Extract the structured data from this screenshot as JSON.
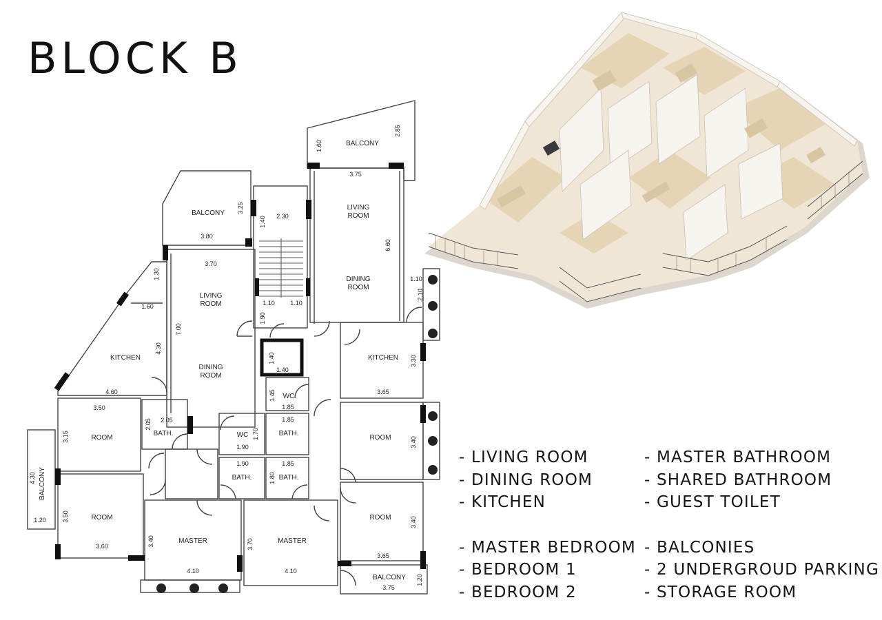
{
  "title": "BLOCK B",
  "rooms": {
    "balcony_top": "BALCONY",
    "balcony_left_top": "BALCONY",
    "balcony_side": "BALCONY",
    "balcony_bottom": "BALCONY",
    "living_left": "LIVING\nROOM",
    "dining_left": "DINING\nROOM",
    "living_right": "LIVING\nROOM",
    "dining_right": "DINING\nROOM",
    "kitchen_left": "KITCHEN",
    "kitchen_right": "KITCHEN",
    "room_l1": "ROOM",
    "room_l2": "ROOM",
    "room_r1": "ROOM",
    "room_r2": "ROOM",
    "master_l": "MASTER",
    "master_r": "MASTER",
    "bath_1": "BATH.",
    "bath_2": "BATH.",
    "bath_3": "BATH.",
    "bath_4": "BATH.",
    "wc_1": "WC",
    "wc_2": "WC"
  },
  "dimensions": {
    "d375_top": "3.75",
    "d285": "2.85",
    "d160": "1.60",
    "d660": "6.60",
    "d380": "3.80",
    "d325": "3.25",
    "d230": "2.30",
    "d140_stair": "1.40",
    "d370": "3.70",
    "d700": "7.00",
    "d130": "1.30",
    "d160_b": "1.60",
    "d430_k": "4.30",
    "d460": "4.60",
    "d110_a": "1.10",
    "d110_b": "1.10",
    "d190": "1.90",
    "d140_lift_v": "1.40",
    "d140_lift_h": "1.40",
    "d110_r": "1.10",
    "d210": "2.10",
    "d330": "3.30",
    "d365_a": "3.65",
    "d350_a": "3.50",
    "d315": "3.15",
    "d205_v": "2.05",
    "d205_h": "2.05",
    "d145": "1.45",
    "d185_a": "1.85",
    "d170": "1.70",
    "d185_b": "1.85",
    "d190_wc": "1.90",
    "d190_b": "1.90",
    "d185_c": "1.85",
    "d180": "1.80",
    "d340_a": "3.40",
    "d430_b": "4.30",
    "d350_b": "3.50",
    "d360": "3.60",
    "d120": "1.20",
    "d340_m": "3.40",
    "d370_m": "3.70",
    "d410_a": "4.10",
    "d410_b": "4.10",
    "d340_r": "3.40",
    "d365_b": "3.65",
    "d120_b": "1.20",
    "d375_b": "3.75"
  },
  "legend_left": [
    "- LIVING ROOM",
    "- DINING ROOM",
    "- KITCHEN",
    "",
    "- MASTER BEDROOM",
    "- BEDROOM 1",
    "- BEDROOM 2"
  ],
  "legend_right": [
    "- MASTER BATHROOM",
    "- SHARED BATHROOM",
    "- GUEST TOILET",
    "",
    "- BALCONIES",
    "- 2 UNDERGROUD PARKING",
    "- STORAGE ROOM"
  ],
  "colors": {
    "wall": "#1a1a1a",
    "thin_wall": "#555555",
    "render_wall": "#f4f1ec",
    "render_floor": "#e9dcc6",
    "render_shadow": "#c9c3ba"
  }
}
